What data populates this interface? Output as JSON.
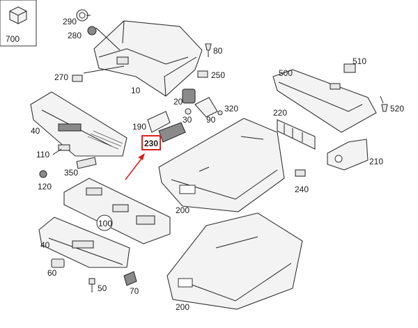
{
  "diagram": {
    "callouts": [
      "700",
      "290",
      "280",
      "80",
      "270",
      "250",
      "10",
      "510",
      "500",
      "90",
      "520",
      "20",
      "30",
      "320",
      "220",
      "40",
      "190",
      "230",
      "110",
      "210",
      "350",
      "120",
      "240",
      "200",
      "100",
      "40",
      "60",
      "50",
      "70",
      "200"
    ],
    "highlighted_callout": "230",
    "colors": {
      "highlight": "#e0201a",
      "line": "#222222",
      "part_fill": "#f3f3f3"
    }
  }
}
